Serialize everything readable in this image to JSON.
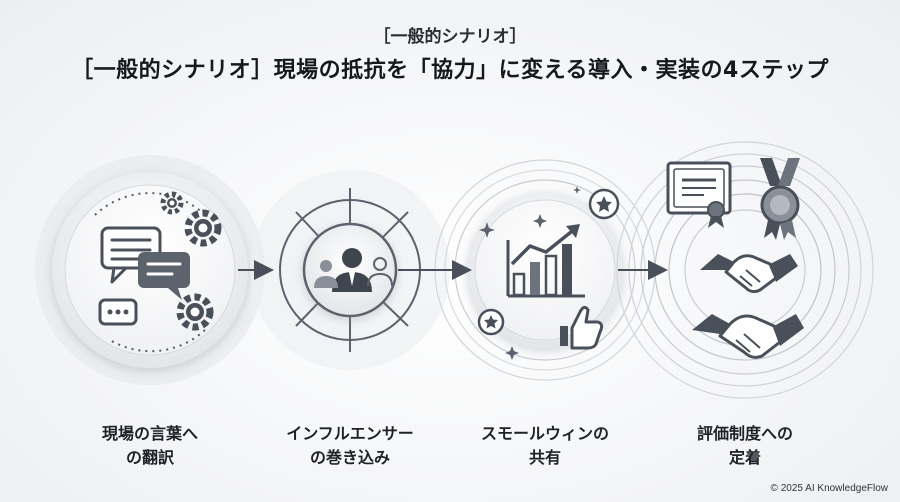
{
  "header": {
    "subtitle": "［一般的シナリオ］",
    "title": "［一般的シナリオ］現場の抵抗を「協力」に変える導入・実装の4ステップ"
  },
  "steps": [
    {
      "line1": "現場の言葉へ",
      "line2": "の翻訳",
      "icon": "chat-bubbles-gears-icon"
    },
    {
      "line1": "インフルエンサー",
      "line2": "の巻き込み",
      "icon": "people-network-icon"
    },
    {
      "line1": "スモールウィンの",
      "line2": "共有",
      "icon": "growth-chart-thumbs-up-icon"
    },
    {
      "line1": "評価制度への",
      "line2": "定着",
      "icon": "certificate-handshake-icon"
    }
  ],
  "footer": {
    "copyright": "© 2025 AI KnowledgeFlow"
  },
  "colors": {
    "ink": "#4a505a",
    "light": "#9aa0a8",
    "pale": "#e4e6ea"
  }
}
